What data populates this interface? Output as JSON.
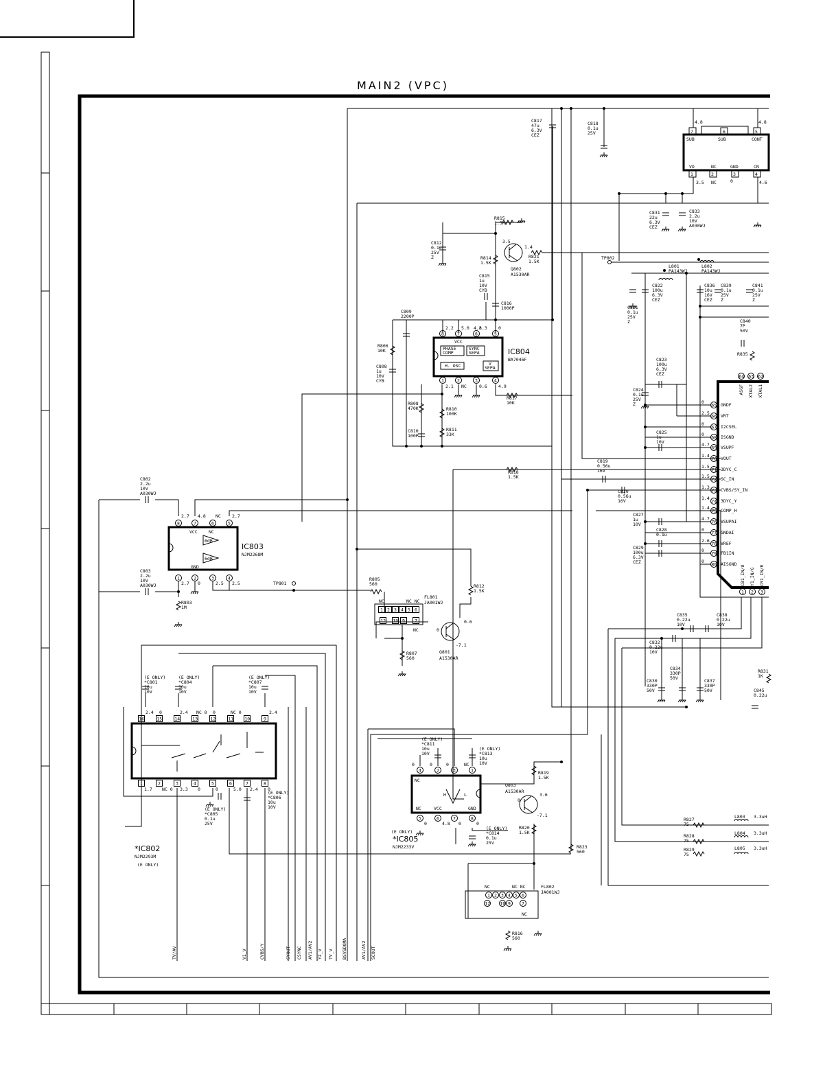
{
  "page_title": "MAIN2 (VPC)",
  "ic802": {
    "ref": "*IC802",
    "part": "NJM2293M",
    "note": "(E ONLY)"
  },
  "ic803": {
    "ref": "IC803",
    "part": "NJM2268M"
  },
  "ic804": {
    "ref": "IC804",
    "part": "BA7046F"
  },
  "ic805": {
    "ref": "*IC805",
    "part": "NJM2233V"
  },
  "q801": {
    "ref": "Q801",
    "part": "A1530AR"
  },
  "q802": {
    "ref": "Q802",
    "part": "A1530AR"
  },
  "q803": {
    "ref": "Q803",
    "part": "A1530AR"
  },
  "fl801": {
    "ref": "FL801",
    "part": "JA001WJ"
  },
  "fl802": {
    "ref": "FL802",
    "part": "JA001WJ"
  },
  "tp801": "TP801",
  "tp802": "TP802",
  "ic804_blocks": [
    "PHASE COMP",
    "SYNC SEPA",
    "H. OSC",
    "V SEPA",
    "VCC"
  ],
  "ic803_blocks": [
    "VCC",
    "NC",
    "GND",
    "6dB",
    "6dB"
  ],
  "ic805_blocks": [
    "NC",
    "VCC",
    "GND",
    "NC",
    "H",
    "L"
  ],
  "reg_pins": [
    "SUB",
    "SUB",
    "CONT",
    "VO",
    "NC",
    "GND",
    "CN"
  ],
  "vpc_pins": [
    {
      "n": "65",
      "name": "GNDF",
      "v": "0"
    },
    {
      "n": "66",
      "name": "VRT",
      "v": "2.5"
    },
    {
      "n": "67",
      "name": "I2CSEL",
      "v": "0"
    },
    {
      "n": "68",
      "name": "ISGND",
      "v": "0"
    },
    {
      "n": "69",
      "name": "VSUPF",
      "v": "4.7"
    },
    {
      "n": "70",
      "name": "VOUT",
      "v": "1.4"
    },
    {
      "n": "71",
      "name": "3DYC_C",
      "v": "1.5"
    },
    {
      "n": "72",
      "name": "SC_IN",
      "v": "1.5"
    },
    {
      "n": "73",
      "name": "CVBS/SY_IN",
      "v": "1.3"
    },
    {
      "n": "74",
      "name": "3DYC_Y",
      "v": "1.4"
    },
    {
      "n": "75",
      "name": "COMP_H",
      "v": "1.4"
    },
    {
      "n": "76",
      "name": "VSUPAI",
      "v": "4.7"
    },
    {
      "n": "77",
      "name": "GNDAI",
      "v": "0"
    },
    {
      "n": "78",
      "name": "VREF",
      "v": "2.6"
    },
    {
      "n": "79",
      "name": "FB1IN",
      "v": "0"
    },
    {
      "n": "80",
      "name": "AISGND",
      "v": "0"
    }
  ],
  "vpc_top_pins": [
    {
      "n": "64",
      "name": "ASGF"
    },
    {
      "n": "63",
      "name": "XTAL2"
    },
    {
      "n": "62",
      "name": "XTAL1"
    }
  ],
  "vpc_bottom_pins": [
    {
      "n": "1",
      "name": "CB1_IN/U"
    },
    {
      "n": "2",
      "name": "Y1_IN/G"
    },
    {
      "n": "3",
      "name": "CR1_IN/R"
    }
  ],
  "caps": [
    {
      "ref": "C802",
      "val": "2.2u",
      "v": "10V",
      "type": "A030WJ"
    },
    {
      "ref": "C803",
      "val": "2.2u",
      "v": "10V",
      "type": "A030WJ"
    },
    {
      "ref": "C808",
      "val": "1u",
      "v": "10V",
      "type": "CYB"
    },
    {
      "ref": "C809",
      "val": "2200P",
      "v": "",
      "type": ""
    },
    {
      "ref": "C810",
      "val": "100P",
      "v": "",
      "type": ""
    },
    {
      "ref": "C812",
      "val": "0.1u",
      "v": "25V",
      "type": "Z"
    },
    {
      "ref": "C815",
      "val": "1u",
      "v": "10V",
      "type": "CYB"
    },
    {
      "ref": "C816",
      "val": "1000P",
      "v": "",
      "type": ""
    },
    {
      "ref": "C817",
      "val": "47u",
      "v": "6.3V",
      "type": "CEZ"
    },
    {
      "ref": "C818",
      "val": "0.1u",
      "v": "25V",
      "type": ""
    },
    {
      "ref": "C819",
      "val": "0.56u",
      "v": "16V",
      "type": ""
    },
    {
      "ref": "C820",
      "val": "0.56u",
      "v": "16V",
      "type": ""
    },
    {
      "ref": "C821",
      "val": "0.1u",
      "v": "25V",
      "type": "Z"
    },
    {
      "ref": "C822",
      "val": "100u",
      "v": "6.3V",
      "type": "CEZ"
    },
    {
      "ref": "C823",
      "val": "100u",
      "v": "6.3V",
      "type": "CEZ"
    },
    {
      "ref": "C824",
      "val": "0.1u",
      "v": "25V",
      "type": "Z"
    },
    {
      "ref": "C825",
      "val": "1u",
      "v": "10V",
      "type": ""
    },
    {
      "ref": "C827",
      "val": "1u",
      "v": "10V",
      "type": ""
    },
    {
      "ref": "C828",
      "val": "0.1u",
      "v": "",
      "type": ""
    },
    {
      "ref": "C829",
      "val": "100u",
      "v": "6.3V",
      "type": "CEZ"
    },
    {
      "ref": "C830",
      "val": "330P",
      "v": "50V",
      "type": ""
    },
    {
      "ref": "C831",
      "val": "22u",
      "v": "6.3V",
      "type": "CEZ"
    },
    {
      "ref": "C832",
      "val": "0.22u",
      "v": "10V",
      "type": ""
    },
    {
      "ref": "C833",
      "val": "2.2u",
      "v": "10V",
      "type": "A030WJ"
    },
    {
      "ref": "C834",
      "val": "330P",
      "v": "50V",
      "type": ""
    },
    {
      "ref": "C835",
      "val": "0.22u",
      "v": "10V",
      "type": ""
    },
    {
      "ref": "C836",
      "val": "10u",
      "v": "16V",
      "type": "CEZ"
    },
    {
      "ref": "C837",
      "val": "330P",
      "v": "50V",
      "type": ""
    },
    {
      "ref": "C838",
      "val": "0.22u",
      "v": "10V",
      "type": ""
    },
    {
      "ref": "C839",
      "val": "0.1u",
      "v": "25V",
      "type": "Z"
    },
    {
      "ref": "C840",
      "val": "7P",
      "v": "50V",
      "type": ""
    },
    {
      "ref": "C841",
      "val": "0.1u",
      "v": "25V",
      "type": "Z"
    },
    {
      "ref": "C845",
      "val": "0.22u",
      "v": "",
      "type": ""
    }
  ],
  "eonly_caps": [
    {
      "ref": "*C801",
      "val": "10u",
      "v": "10V"
    },
    {
      "ref": "*C804",
      "val": "10u",
      "v": "10V"
    },
    {
      "ref": "*C807",
      "val": "10u",
      "v": "10V"
    },
    {
      "ref": "*C805",
      "val": "0.1u",
      "v": "25V"
    },
    {
      "ref": "*C806",
      "val": "10u",
      "v": "10V"
    },
    {
      "ref": "*C811",
      "val": "10u",
      "v": "10V"
    },
    {
      "ref": "*C813",
      "val": "10u",
      "v": "10V"
    },
    {
      "ref": "*C814",
      "val": "0.1u",
      "v": "25V"
    }
  ],
  "eonly_label": "(E ONLY)",
  "resistors": [
    {
      "ref": "R803",
      "val": "1M"
    },
    {
      "ref": "R805",
      "val": "560"
    },
    {
      "ref": "R806",
      "val": "10K"
    },
    {
      "ref": "R807",
      "val": "560"
    },
    {
      "ref": "R808",
      "val": "470K"
    },
    {
      "ref": "R810",
      "val": "100K"
    },
    {
      "ref": "R811",
      "val": "33K"
    },
    {
      "ref": "R812",
      "val": "1.5K"
    },
    {
      "ref": "R814",
      "val": "1.5K"
    },
    {
      "ref": "R815",
      "val": "1.5K"
    },
    {
      "ref": "R816",
      "val": "560"
    },
    {
      "ref": "R817",
      "val": "10K"
    },
    {
      "ref": "R818",
      "val": "1.5K"
    },
    {
      "ref": "R819",
      "val": "1.5K"
    },
    {
      "ref": "R820",
      "val": "1.5K"
    },
    {
      "ref": "R821",
      "val": "1.5K"
    },
    {
      "ref": "R823",
      "val": "560"
    },
    {
      "ref": "R827",
      "val": "75"
    },
    {
      "ref": "R828",
      "val": "75"
    },
    {
      "ref": "R829",
      "val": "75"
    },
    {
      "ref": "R835",
      "val": ""
    },
    {
      "ref": "R831",
      "val": "1K"
    }
  ],
  "inductors": [
    {
      "ref": "L801",
      "val": "PA143WJ"
    },
    {
      "ref": "L802",
      "val": "PA143WJ"
    },
    {
      "ref": "L803",
      "val": "3.3uH"
    },
    {
      "ref": "L804",
      "val": "3.3uH"
    },
    {
      "ref": "L805",
      "val": "3.3uH"
    }
  ],
  "bus_signals": [
    "TV/AV",
    "V1_V",
    "CVBS/Y",
    "SYOUT",
    "CSYNC",
    "AV1/AV2",
    "Y2_V",
    "TV_V",
    "BSVSDOMA",
    "AV1/AV2",
    "SCOUT"
  ],
  "voltages": {
    "ic803_top": [
      "2.7",
      "4.8",
      "NC",
      "2.7"
    ],
    "ic803_bot": [
      "2.7",
      "0",
      "2.5",
      "2.5"
    ],
    "ic804_top": [
      "2.2",
      "5.0",
      "4.8",
      "3.3",
      "0"
    ],
    "ic804_bot": [
      "2.1",
      "NC",
      "0.6",
      "4.9"
    ],
    "ic802_top": [
      "2.4",
      "0",
      "2.4",
      "NC 0",
      "0",
      "NC 0",
      "2.4"
    ],
    "ic802_bot": [
      "1.7",
      "NC 0",
      "3.3",
      "0",
      "0",
      "5.0",
      "2.4",
      "0"
    ],
    "q801": [
      "0",
      "0.6",
      "-7.1"
    ],
    "q802": [
      "3.5",
      "1.4"
    ],
    "q803": [
      "0",
      "3.6",
      "-7.1"
    ],
    "reg": [
      "4.8",
      "4.8",
      "3.5",
      "NC",
      "0",
      "4.6"
    ]
  },
  "ic805_pin_labels": {
    "top": [
      "4",
      "2",
      "3",
      "1"
    ],
    "top_v": [
      "0",
      "0",
      "0",
      "NC"
    ],
    "bot": [
      "5",
      "6",
      "7",
      "8"
    ],
    "bot_v": [
      "0",
      "4.8",
      "0",
      "0"
    ]
  },
  "fl801_pins": {
    "top": [
      "1",
      "2",
      "3",
      "4",
      "5",
      "6"
    ],
    "bot": [
      "12",
      "10",
      "9",
      "7"
    ],
    "nc": [
      "NC",
      "NC NC",
      "NC"
    ]
  },
  "fl802_pins": {
    "top": [
      "1",
      "2",
      "3",
      "4",
      "5",
      "6"
    ],
    "bot": [
      "12",
      "10",
      "9",
      "7"
    ],
    "nc": [
      "NC",
      "NC NC",
      "NC"
    ]
  },
  "ic802_pins": {
    "top": [
      "16",
      "15",
      "14",
      "13",
      "12",
      "11",
      "10",
      "9"
    ],
    "bot": [
      "1",
      "2",
      "3",
      "4",
      "5",
      "6",
      "7",
      "8"
    ]
  },
  "ic803_pins": {
    "top": [
      "8",
      "7",
      "6",
      "5"
    ],
    "bot": [
      "1",
      "2",
      "3",
      "4"
    ]
  },
  "ic804_pins": {
    "top": [
      "8",
      "7",
      "6",
      "5"
    ],
    "bot": [
      "1",
      "2",
      "3",
      "4"
    ]
  },
  "reg_pin_nums": {
    "top": [
      "7",
      "6",
      "5"
    ],
    "bot": [
      "1",
      "2",
      "3",
      "4"
    ]
  }
}
